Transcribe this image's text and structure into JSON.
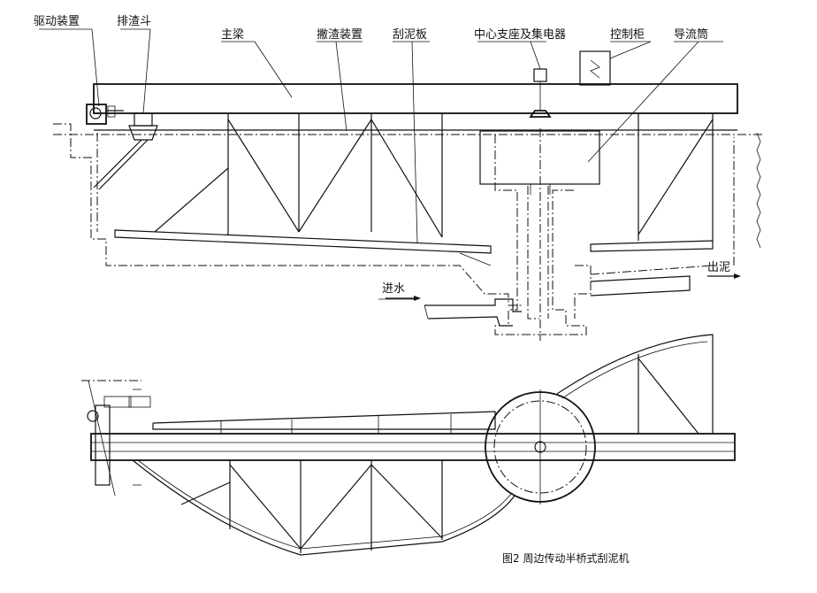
{
  "labels": {
    "drive": "驱动装置",
    "scum_hopper": "排渣斗",
    "main_beam": "主梁",
    "skimmer": "撇渣装置",
    "scraper": "刮泥板",
    "center_support": "中心支座及集电器",
    "control_cabinet": "控制柜",
    "guide_tube": "导流筒",
    "inlet": "进水",
    "sludge_out": "出泥"
  },
  "caption": "图2 周边传动半桥式刮泥机",
  "colors": {
    "line": "#111111",
    "background": "#ffffff"
  }
}
